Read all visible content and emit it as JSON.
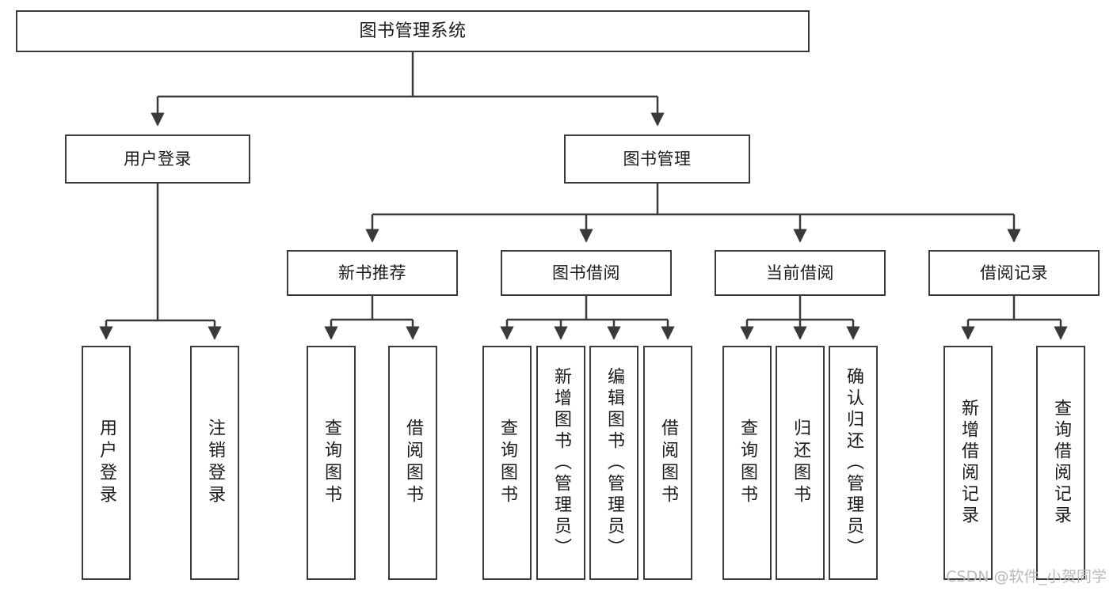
{
  "diagram": {
    "title": "图书管理系统",
    "type": "function-structure-tree",
    "root": {
      "label": "图书管理系统"
    },
    "level2": [
      {
        "id": "user-login",
        "label": "用户登录"
      },
      {
        "id": "book-manage",
        "label": "图书管理"
      }
    ],
    "level3": [
      {
        "id": "new-book-recommend",
        "label": "新书推荐"
      },
      {
        "id": "book-borrow",
        "label": "图书借阅"
      },
      {
        "id": "current-borrow",
        "label": "当前借阅"
      },
      {
        "id": "borrow-record",
        "label": "借阅记录"
      }
    ],
    "leaves": [
      {
        "id": "leaf-user-login",
        "label": "用户登录",
        "parent": "user-login"
      },
      {
        "id": "leaf-user-logout",
        "label": "注销登录",
        "parent": "user-login"
      },
      {
        "id": "leaf-query-book-1",
        "label": "查询图书",
        "parent": "new-book-recommend"
      },
      {
        "id": "leaf-borrow-book-1",
        "label": "借阅图书",
        "parent": "new-book-recommend"
      },
      {
        "id": "leaf-query-book-2",
        "label": "查询图书",
        "parent": "book-borrow"
      },
      {
        "id": "leaf-add-book",
        "label": "新增图书（管理员）",
        "parent": "book-borrow"
      },
      {
        "id": "leaf-edit-book",
        "label": "编辑图书（管理员）",
        "parent": "book-borrow"
      },
      {
        "id": "leaf-borrow-book-2",
        "label": "借阅图书",
        "parent": "book-borrow"
      },
      {
        "id": "leaf-query-book-3",
        "label": "查询图书",
        "parent": "current-borrow"
      },
      {
        "id": "leaf-return-book",
        "label": "归还图书",
        "parent": "current-borrow"
      },
      {
        "id": "leaf-confirm-return",
        "label": "确认归还（管理员）",
        "parent": "current-borrow"
      },
      {
        "id": "leaf-add-record",
        "label": "新增借阅记录",
        "parent": "borrow-record"
      },
      {
        "id": "leaf-query-record",
        "label": "查询借阅记录",
        "parent": "borrow-record"
      }
    ]
  },
  "watermark": {
    "text": "CSDN @软件_小贺同学"
  },
  "colors": {
    "stroke": "#3a3a3a",
    "box_fill": "#ffffff",
    "text": "#1b1b1b",
    "watermark": "#b9b9b9",
    "background": "#ffffff"
  }
}
